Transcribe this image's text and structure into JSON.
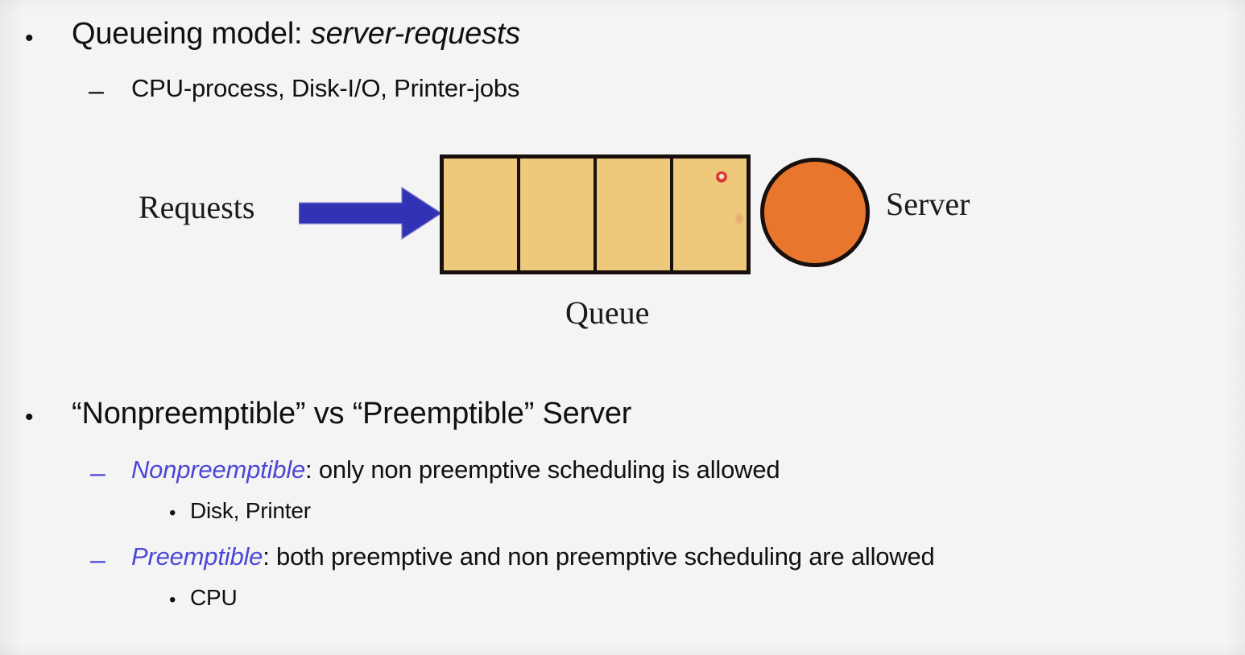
{
  "slide": {
    "background_color": "#f4f4f4",
    "accent_blue": "#4b48d6",
    "arrow_blue": "#3232b4",
    "queue_fill": "#eec97c",
    "server_fill": "#e8762c",
    "outline_color": "#17100c"
  },
  "top_section": {
    "bullet_glyph": "•",
    "dash_glyph": "–",
    "main_text_prefix": "Queueing model: ",
    "main_text_italic": "server-requests",
    "sub_text": "CPU-process, Disk-I/O, Printer-jobs"
  },
  "diagram": {
    "requests_label": "Requests",
    "server_label": "Server",
    "queue_label": "Queue",
    "queue_cell_count": 4,
    "arrow_direction": "right"
  },
  "bottom_section": {
    "bullet_glyph": "•",
    "dash_glyph": "–",
    "sub_bullet_glyph": "•",
    "heading": "“Nonpreemptible” vs “Preemptible” Server",
    "items": [
      {
        "term": "Nonpreemptible",
        "rest": ": only non preemptive scheduling is allowed",
        "examples": "Disk, Printer"
      },
      {
        "term": "Preemptible",
        "rest": ": both preemptive and non preemptive scheduling are allowed",
        "examples": "CPU"
      }
    ]
  }
}
